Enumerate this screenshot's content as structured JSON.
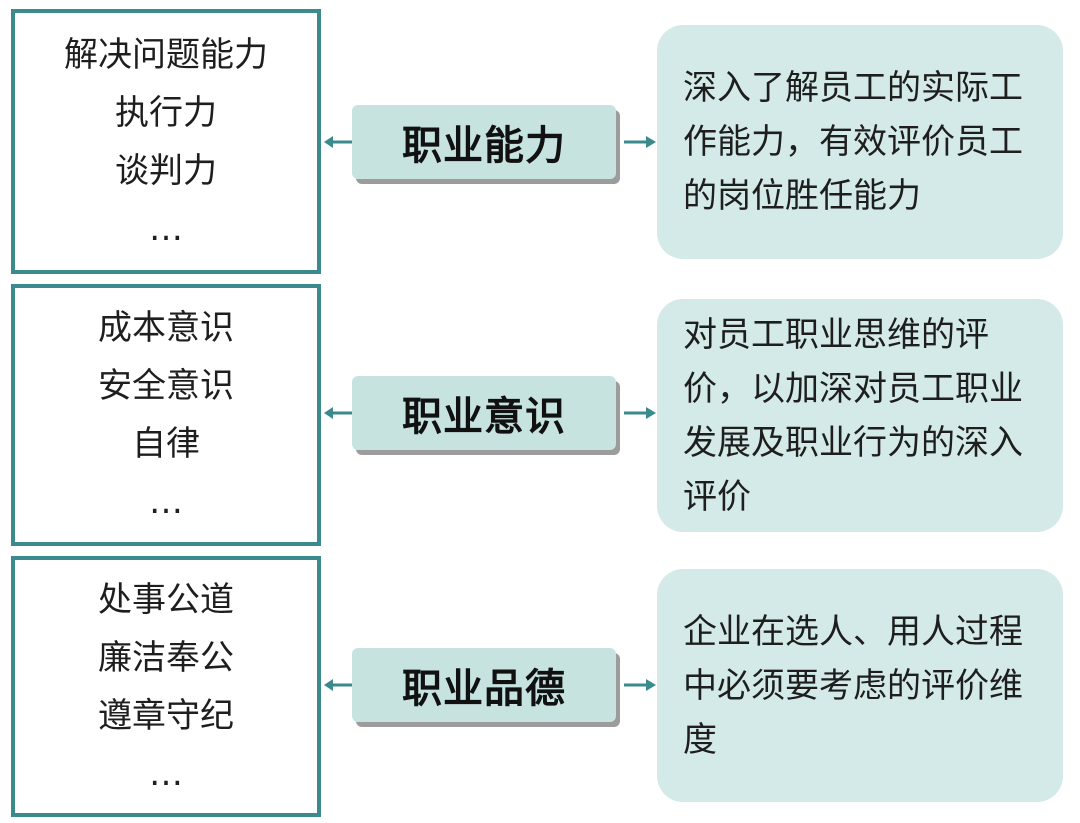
{
  "rows": [
    {
      "left_items": [
        "解决问题能力",
        "执行力",
        "谈判力",
        "…"
      ],
      "label": "职业能力",
      "description": "深入了解员工的实际工作能力，有效评价员工的岗位胜任能力"
    },
    {
      "left_items": [
        "成本意识",
        "安全意识",
        "自律",
        "…"
      ],
      "label": "职业意识",
      "description": "对员工职业思维的评价，以加深对员工职业发展及职业行为的深入评价"
    },
    {
      "left_items": [
        "处事公道",
        "廉洁奉公",
        "遵章守纪",
        "…"
      ],
      "label": "职业品德",
      "description": "企业在选人、用人过程中必须要考虑的评价维度"
    }
  ],
  "colors": {
    "box_border": "#3a8a8e",
    "label_fill": "#c6e3e0",
    "description_fill": "#d3eae8",
    "arrow": "#3a8a8e"
  }
}
